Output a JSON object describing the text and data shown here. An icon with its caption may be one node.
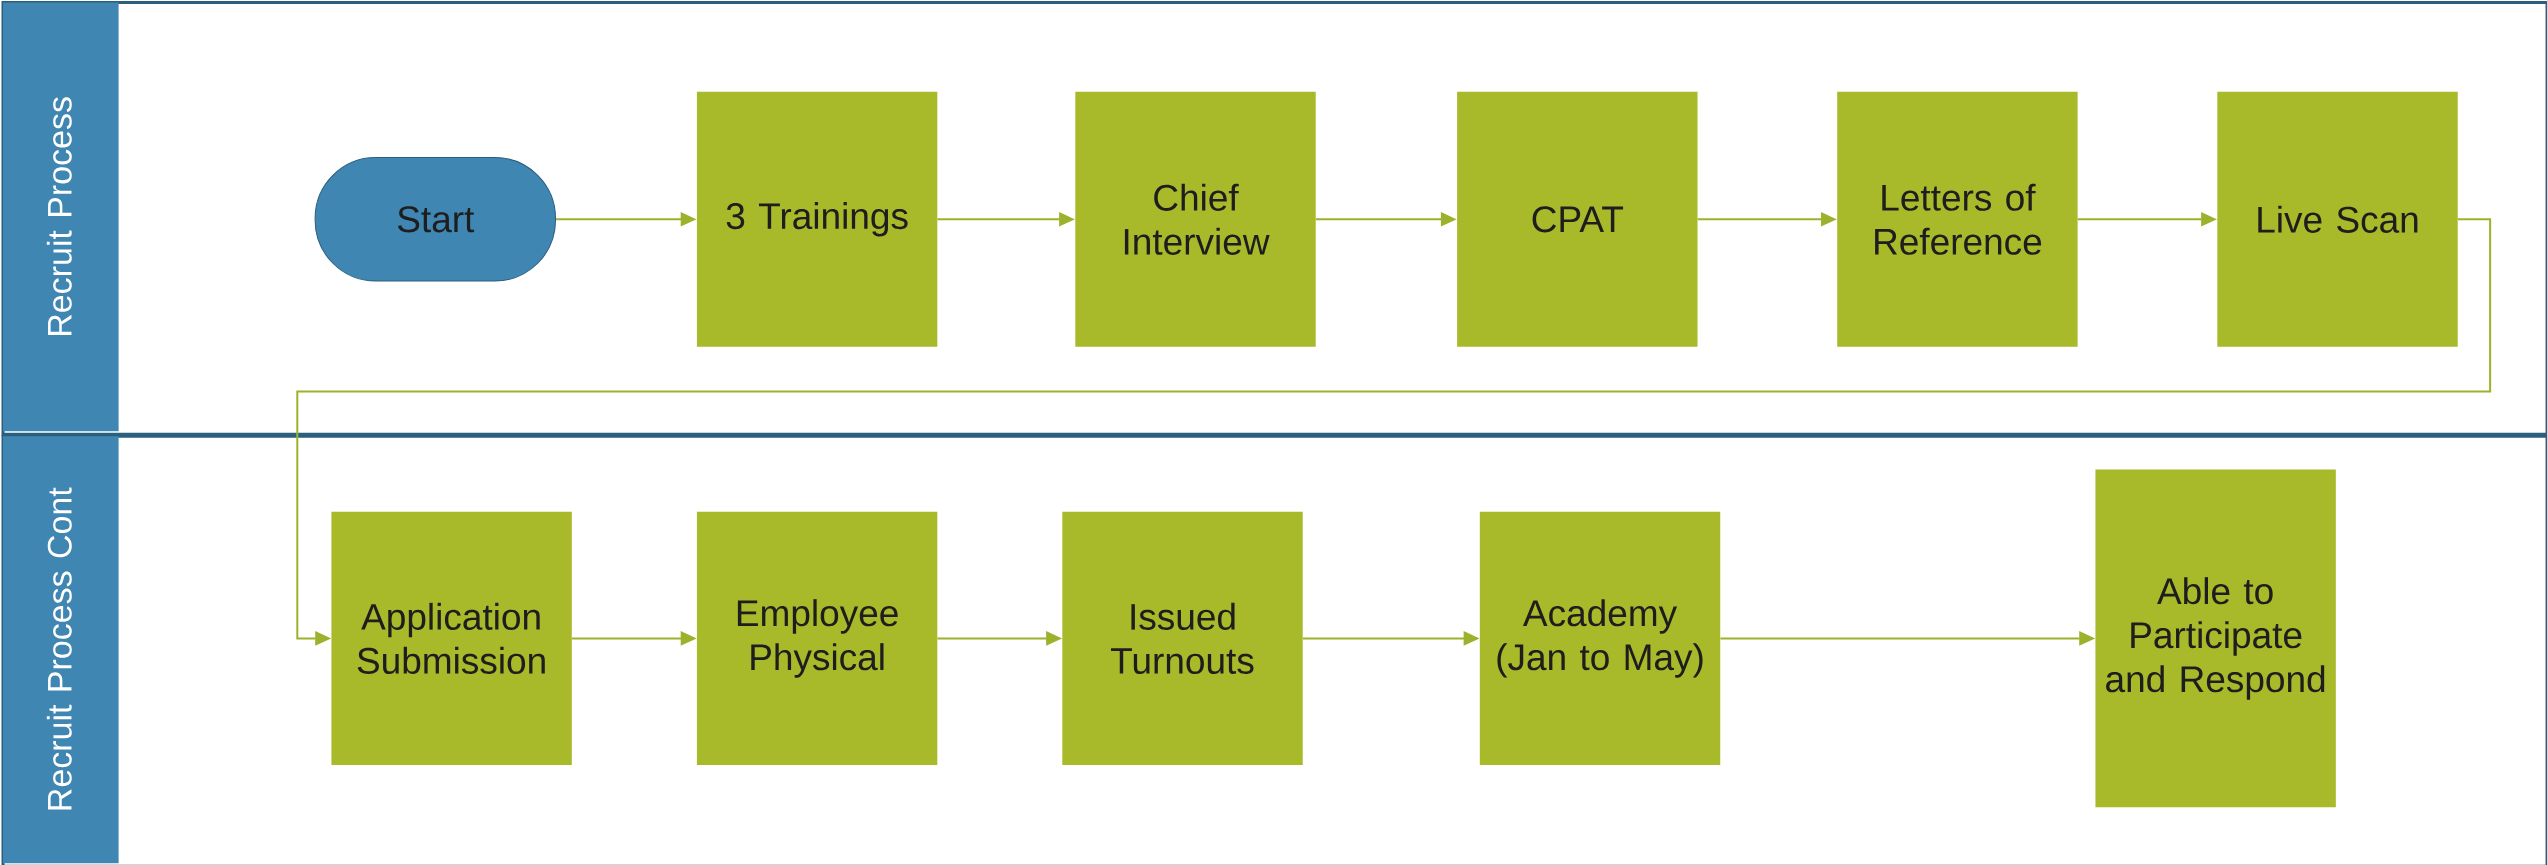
{
  "diagram": {
    "nodes": [
      {
        "text": [
          "Recruit Process"
        ]
      },
      {
        "text": [
          "Start"
        ],
        "in": 0
      },
      {
        "text": [
          "3 Trainings"
        ],
        "in": 0
      },
      {
        "text": [
          "Chief Interview"
        ],
        "in": 0
      },
      {
        "text": [
          "CPAT"
        ],
        "in": 0
      },
      {
        "text": [
          "Letters of Reference"
        ],
        "in": 0
      },
      {
        "text": [
          "Live Scan"
        ],
        "in": 0
      },
      {
        "text": [
          "Recruit Process Cont"
        ]
      },
      {
        "text": [
          "Application Submission"
        ],
        "in": 7
      },
      {
        "text": [
          "Employee Physical"
        ],
        "in": 7
      },
      {
        "text": [
          "Issued Turnouts"
        ],
        "in": 7
      },
      {
        "text": [
          "Academy (Jan to May)"
        ],
        "in": 7
      },
      {
        "text": [
          "Able to Participate and Respond"
        ],
        "in": 7
      }
    ],
    "edges": [
      {
        "from": 1,
        "to": 2,
        "arrow": "to"
      },
      {
        "from": 2,
        "to": 3,
        "arrow": "to"
      },
      {
        "from": 3,
        "to": 4,
        "arrow": "to"
      },
      {
        "from": 4,
        "to": 5,
        "arrow": "to"
      },
      {
        "from": 5,
        "to": 6,
        "arrow": "to"
      },
      {
        "from": 6,
        "to": 8,
        "arrow": "to"
      },
      {
        "from": 8,
        "to": 9,
        "arrow": "to"
      },
      {
        "from": 9,
        "to": 10,
        "arrow": "to"
      },
      {
        "from": 10,
        "to": 11,
        "arrow": "to"
      },
      {
        "from": 11,
        "to": 12,
        "arrow": "to"
      }
    ]
  }
}
